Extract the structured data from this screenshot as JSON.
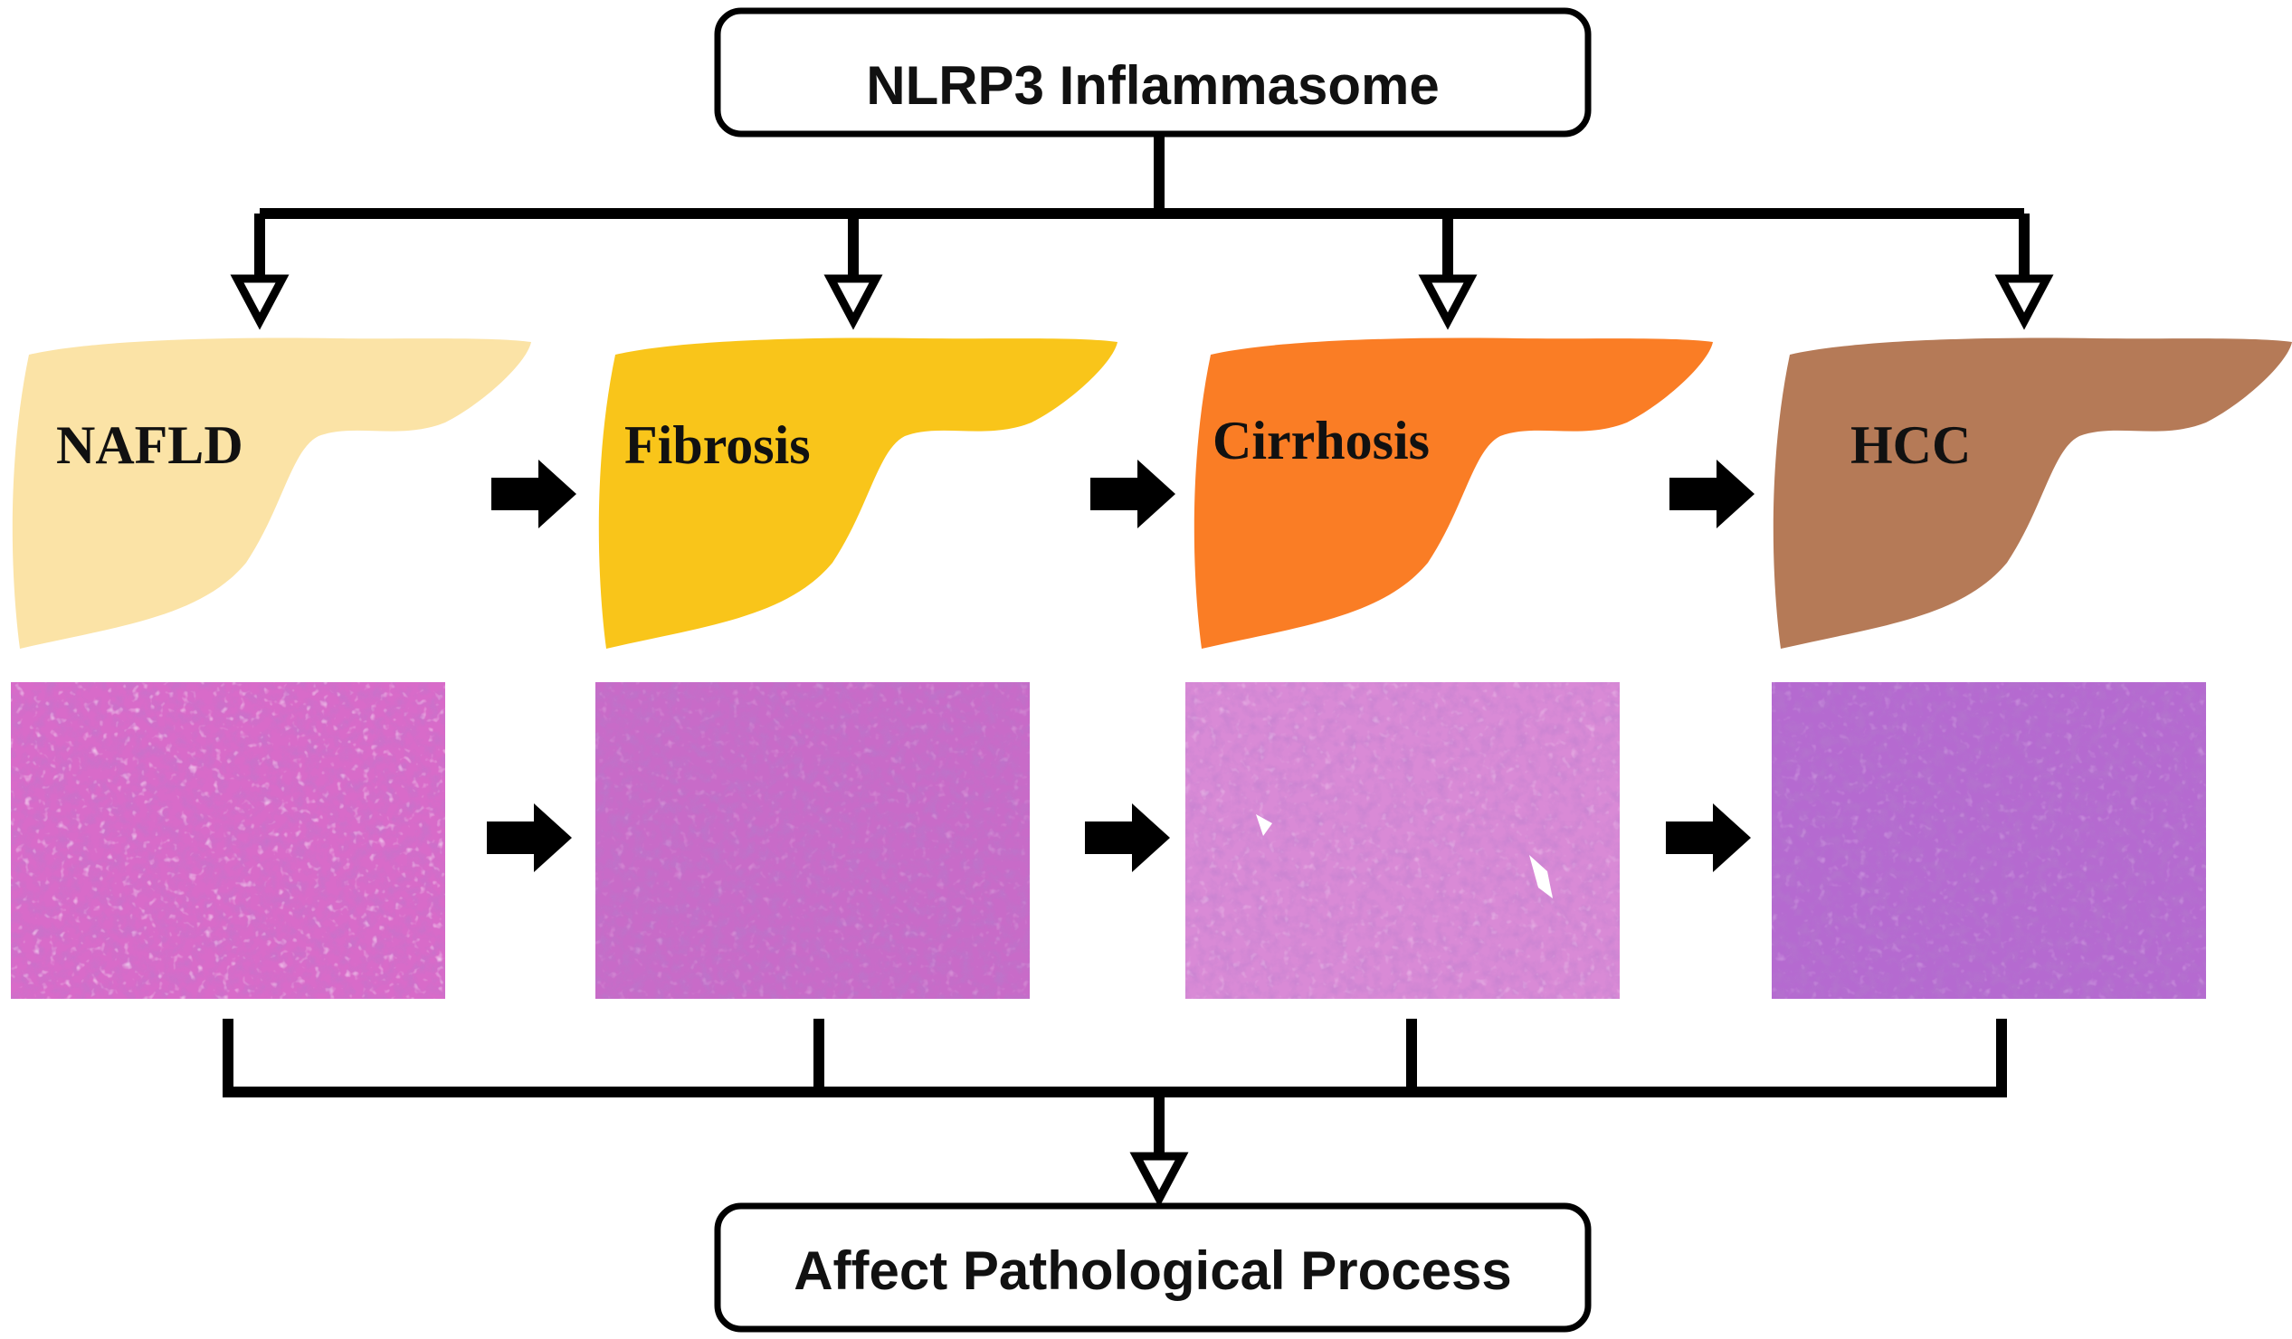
{
  "diagram": {
    "top_box": {
      "label": "NLRP3 Inflammasome"
    },
    "bottom_box": {
      "label": "Affect Pathological Process"
    },
    "stages": [
      {
        "label": "NAFLD",
        "liver_color": "#FBE3A6",
        "tissue_base": "#D86BC9",
        "tissue_vacuoles": "many"
      },
      {
        "label": "Fibrosis",
        "liver_color": "#F9C51A",
        "tissue_base": "#C86BC8",
        "tissue_vacuoles": "few"
      },
      {
        "label": "Cirrhosis",
        "liver_color": "#FA7D25",
        "tissue_base": "#D98AD6",
        "tissue_vacuoles": "some"
      },
      {
        "label": "HCC",
        "liver_color": "#B57A57",
        "tissue_base": "#B56AD0",
        "tissue_vacuoles": "few"
      }
    ],
    "colors": {
      "line": "#000000",
      "box_border": "#000000"
    }
  }
}
